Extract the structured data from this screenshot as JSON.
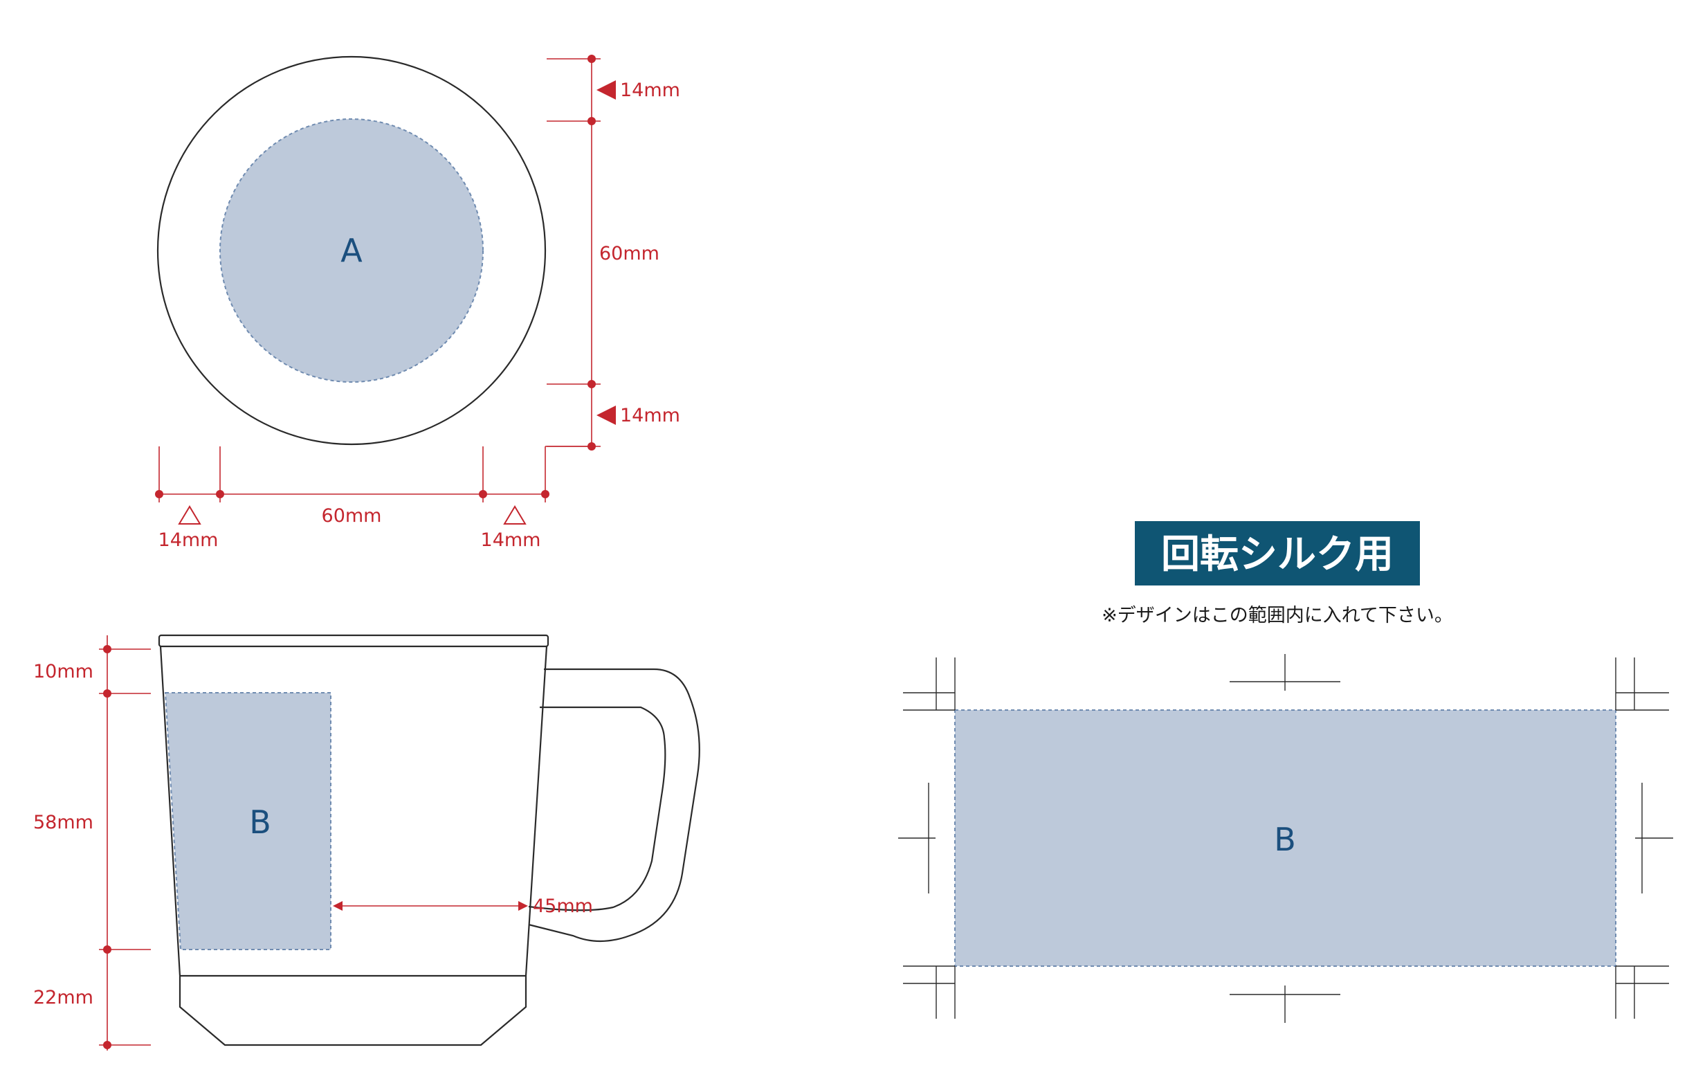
{
  "top_view": {
    "zone_label": "A",
    "dim_right_top": "14mm",
    "dim_right_middle": "60mm",
    "dim_right_bottom": "14mm",
    "dim_bottom_left": "14mm",
    "dim_bottom_middle": "60mm",
    "dim_bottom_right": "14mm"
  },
  "side_view": {
    "zone_label": "B",
    "dim_top": "10mm",
    "dim_middle": "58mm",
    "dim_bottom": "22mm",
    "dim_width": "45mm"
  },
  "layout_sheet": {
    "title": "回転シルク用",
    "note": "※デザインはこの範囲内に入れて下さい。",
    "zone_label": "B"
  },
  "colors": {
    "dimension": "#c4262e",
    "print_zone_fill": "#bdc9da",
    "print_zone_border": "#6f8bb0",
    "zone_label": "#1b4f7e",
    "title_background": "#0f5573"
  }
}
